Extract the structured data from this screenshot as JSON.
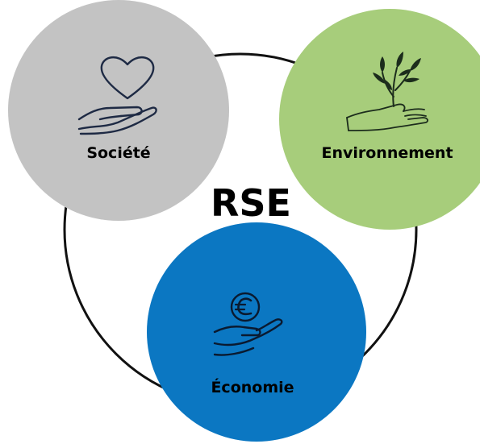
{
  "center": {
    "label": "RSE"
  },
  "pillars": [
    {
      "id": "societe",
      "label": "Société",
      "color": "#c3c3c3",
      "icon": "heart-in-hand-icon"
    },
    {
      "id": "environnement",
      "label": "Environnement",
      "color": "#a7cd7b",
      "icon": "plant-in-hand-icon"
    },
    {
      "id": "economie",
      "label": "Économie",
      "color": "#0b77c2",
      "icon": "euro-coin-in-hand-icon"
    }
  ],
  "colors": {
    "ring": "#111111",
    "icon": "#1e2a44",
    "icon_on_blue": "#0a1a30",
    "leaf": "#1c2c1c"
  }
}
